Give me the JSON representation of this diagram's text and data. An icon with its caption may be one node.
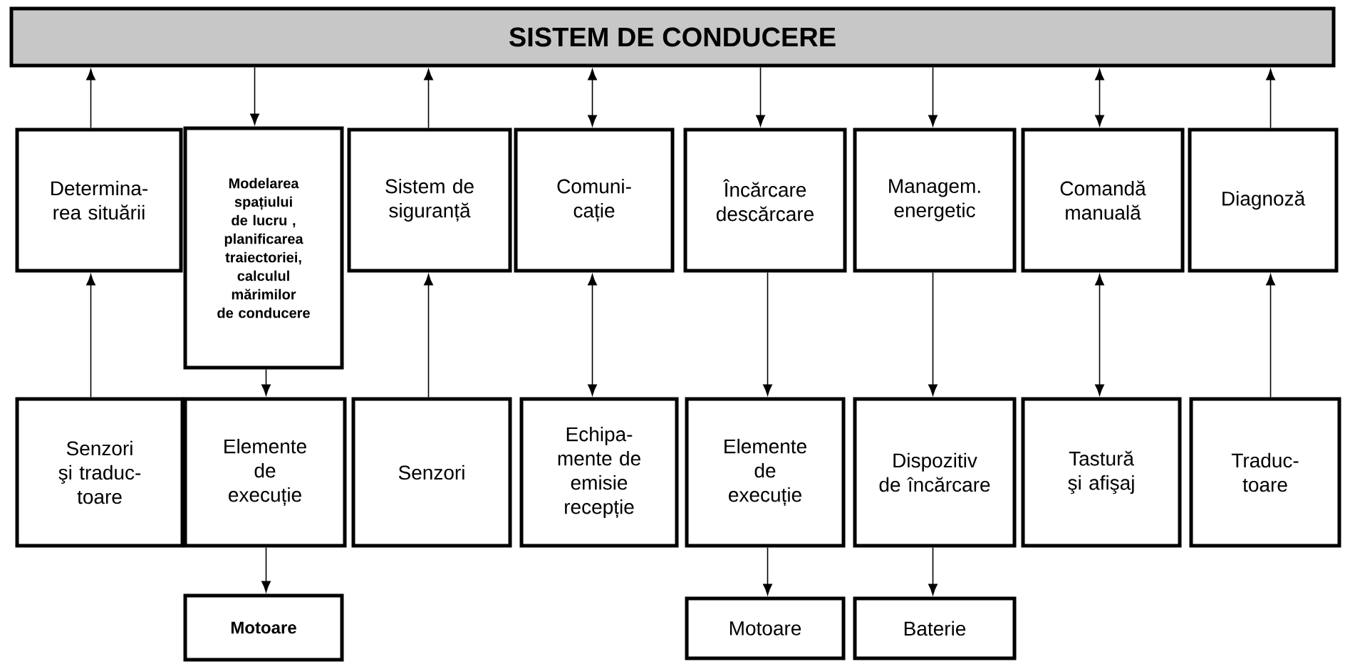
{
  "diagram": {
    "nodes": [
      {
        "text": [
          "SISTEM DE CONDUCERE"
        ]
      },
      {
        "text": [
          "Determina-rea situării"
        ]
      },
      {
        "text": [
          "Modelarea spațiului de lucru , planificarea traiectoriei, calculul mărimilor de conducere"
        ]
      },
      {
        "text": [
          "Sistem de siguranță"
        ]
      },
      {
        "text": [
          "Comuni-cație"
        ]
      },
      {
        "text": [
          "Încărcare descărcare"
        ]
      },
      {
        "text": [
          "Managem. energetic"
        ]
      },
      {
        "text": [
          "Comandă manuală"
        ]
      },
      {
        "text": [
          "Diagnoză"
        ]
      },
      {
        "text": [
          "Senzori şi traduc-toare"
        ]
      },
      {
        "text": [
          "Elemente de execuție"
        ]
      },
      {
        "text": [
          "Senzori"
        ]
      },
      {
        "text": [
          "Echipa-mente de emisie recepție"
        ]
      },
      {
        "text": [
          "Elemente de execuție"
        ]
      },
      {
        "text": [
          "Dispozitiv de încărcare"
        ]
      },
      {
        "text": [
          "Tastură şi afişaj"
        ]
      },
      {
        "text": [
          "Traduc-toare"
        ]
      },
      {
        "text": [
          "Motoare"
        ]
      },
      {
        "text": [
          "Motoare"
        ]
      },
      {
        "text": [
          "Baterie"
        ]
      }
    ],
    "edges": [
      {
        "from": 1,
        "to": 0,
        "arrow": "to"
      },
      {
        "from": 9,
        "to": 1,
        "arrow": "to"
      },
      {
        "from": 0,
        "to": 2,
        "arrow": "to"
      },
      {
        "from": 2,
        "to": 10,
        "arrow": "to"
      },
      {
        "from": 10,
        "to": 17,
        "arrow": "to"
      },
      {
        "from": 3,
        "to": 0,
        "arrow": "to"
      },
      {
        "from": 11,
        "to": 3,
        "arrow": "to"
      },
      {
        "from": 4,
        "to": 0,
        "arrow": "both"
      },
      {
        "from": 4,
        "to": 12,
        "arrow": "both"
      },
      {
        "from": 0,
        "to": 5,
        "arrow": "to"
      },
      {
        "from": 5,
        "to": 13,
        "arrow": "to"
      },
      {
        "from": 13,
        "to": 18,
        "arrow": "to"
      },
      {
        "from": 0,
        "to": 6,
        "arrow": "to"
      },
      {
        "from": 6,
        "to": 14,
        "arrow": "to"
      },
      {
        "from": 14,
        "to": 19,
        "arrow": "to"
      },
      {
        "from": 7,
        "to": 0,
        "arrow": "both"
      },
      {
        "from": 7,
        "to": 15,
        "arrow": "both"
      },
      {
        "from": 8,
        "to": 0,
        "arrow": "to"
      },
      {
        "from": 16,
        "to": 8,
        "arrow": "to"
      }
    ]
  }
}
